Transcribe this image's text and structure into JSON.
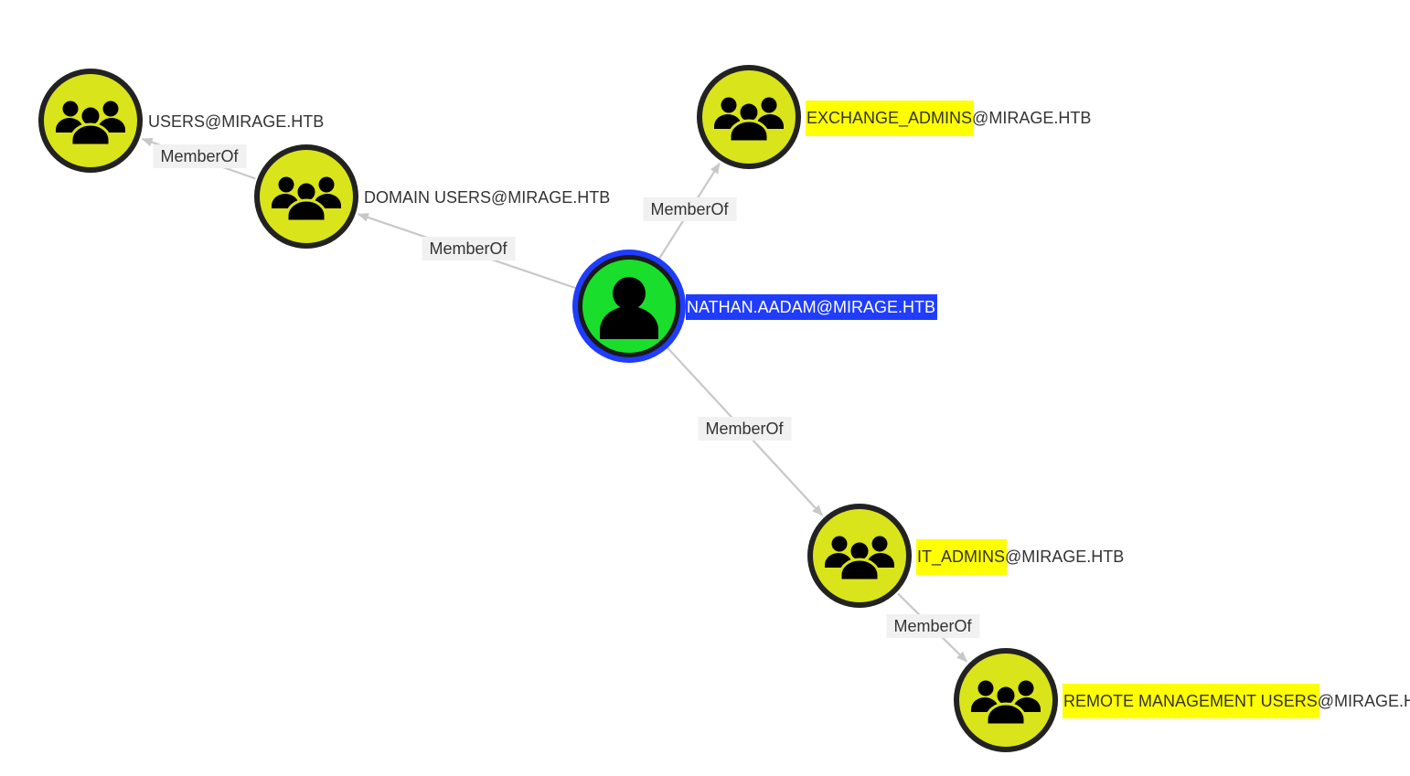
{
  "graph": {
    "colors": {
      "group_fill": "#d9e41a",
      "group_ring": "#222222",
      "user_fill": "#19df2c",
      "user_ring": "#1f3cff",
      "edge": "#c8c8c8",
      "edge_label_bg": "#f1f1f1",
      "highlight_yellow": "#ffff00",
      "highlight_blue": "#1f3cff",
      "icon": "#000000",
      "text": "#333333"
    },
    "nodes": [
      {
        "id": "nathan",
        "kind": "user",
        "icon": "user-icon",
        "selected": true,
        "label_parts": [
          {
            "text": "NATHAN.AADAM@MIRAGE.HTB",
            "highlight": "blue"
          }
        ]
      },
      {
        "id": "users",
        "kind": "group",
        "icon": "group-icon",
        "label_parts": [
          {
            "text": "USERS@MIRAGE.HTB",
            "highlight": "none"
          }
        ]
      },
      {
        "id": "domain_users",
        "kind": "group",
        "icon": "group-icon",
        "label_parts": [
          {
            "text": "DOMAIN USERS@MIRAGE.HTB",
            "highlight": "none"
          }
        ]
      },
      {
        "id": "exchange_admins",
        "kind": "group",
        "icon": "group-icon",
        "label_parts": [
          {
            "text": "EXCHANGE_ADMINS",
            "highlight": "yellow"
          },
          {
            "text": "@MIRAGE.HTB",
            "highlight": "none"
          }
        ]
      },
      {
        "id": "it_admins",
        "kind": "group",
        "icon": "group-icon",
        "label_parts": [
          {
            "text": "IT_ADMINS",
            "highlight": "yellow"
          },
          {
            "text": "@MIRAGE.HTB",
            "highlight": "none"
          }
        ]
      },
      {
        "id": "remote_mgmt",
        "kind": "group",
        "icon": "group-icon",
        "label_parts": [
          {
            "text": "REMOTE MANAGEMENT USERS",
            "highlight": "yellow"
          },
          {
            "text": "@MIRAGE.HTB",
            "highlight": "none"
          }
        ]
      }
    ],
    "edges": [
      {
        "from": "nathan",
        "to": "domain_users",
        "label": "MemberOf"
      },
      {
        "from": "domain_users",
        "to": "users",
        "label": "MemberOf"
      },
      {
        "from": "nathan",
        "to": "exchange_admins",
        "label": "MemberOf"
      },
      {
        "from": "nathan",
        "to": "it_admins",
        "label": "MemberOf"
      },
      {
        "from": "it_admins",
        "to": "remote_mgmt",
        "label": "MemberOf"
      }
    ]
  }
}
